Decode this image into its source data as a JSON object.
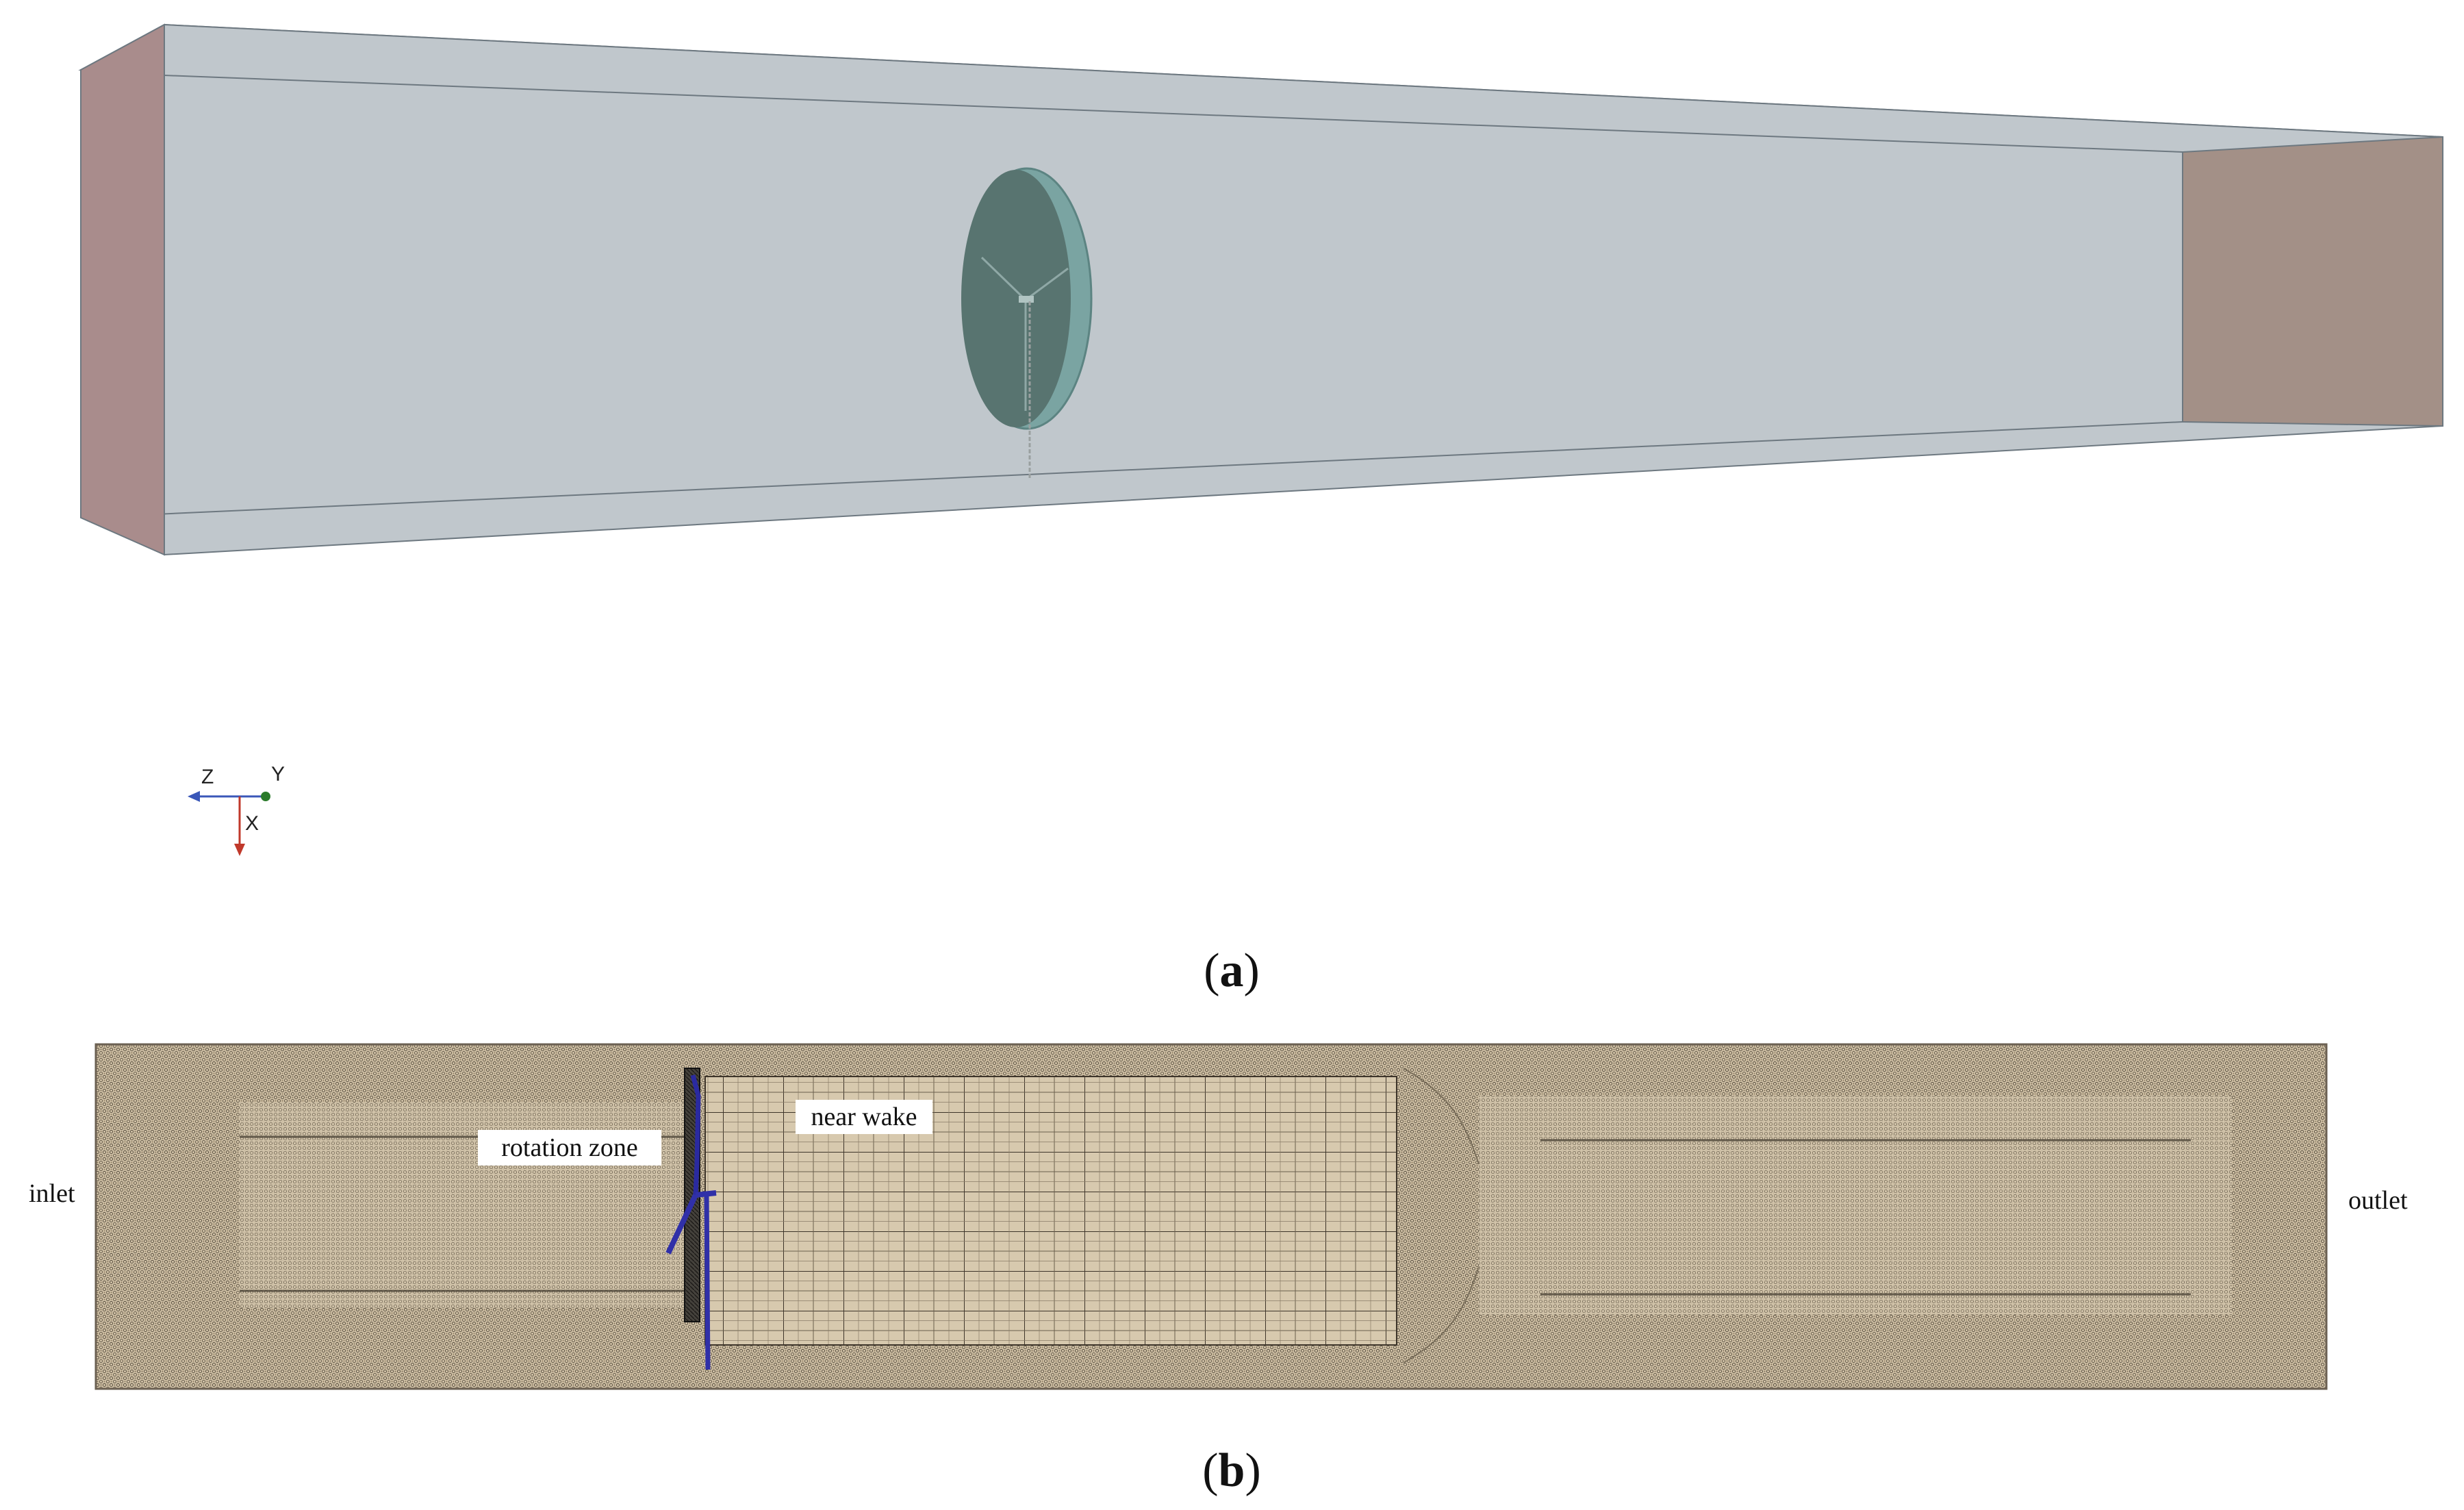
{
  "panel_a": {
    "caption_letter": "a",
    "axes": {
      "z": "Z",
      "y": "Y",
      "x": "X"
    },
    "colors": {
      "domain_face": "#c0c7cc",
      "domain_top": "#cdd3d6",
      "inlet_face": "#a98c8c",
      "outlet_face": "#a39087",
      "rotor_disk": "#587470",
      "rotor_rim": "#7aa4a2",
      "edge": "#6d7880",
      "axis_z": "#3a57b8",
      "axis_y": "#2a7a2a",
      "axis_x": "#c0392b"
    }
  },
  "panel_b": {
    "caption_letter": "b",
    "labels": {
      "inlet": "inlet",
      "outlet": "outlet",
      "rotation_zone": "rotation zone",
      "near_wake": "near wake"
    },
    "colors": {
      "mesh_fill": "#cbbb9f",
      "mesh_dark": "#3a3328",
      "tower": "#3030a8",
      "label_box": "#ffffff"
    }
  }
}
